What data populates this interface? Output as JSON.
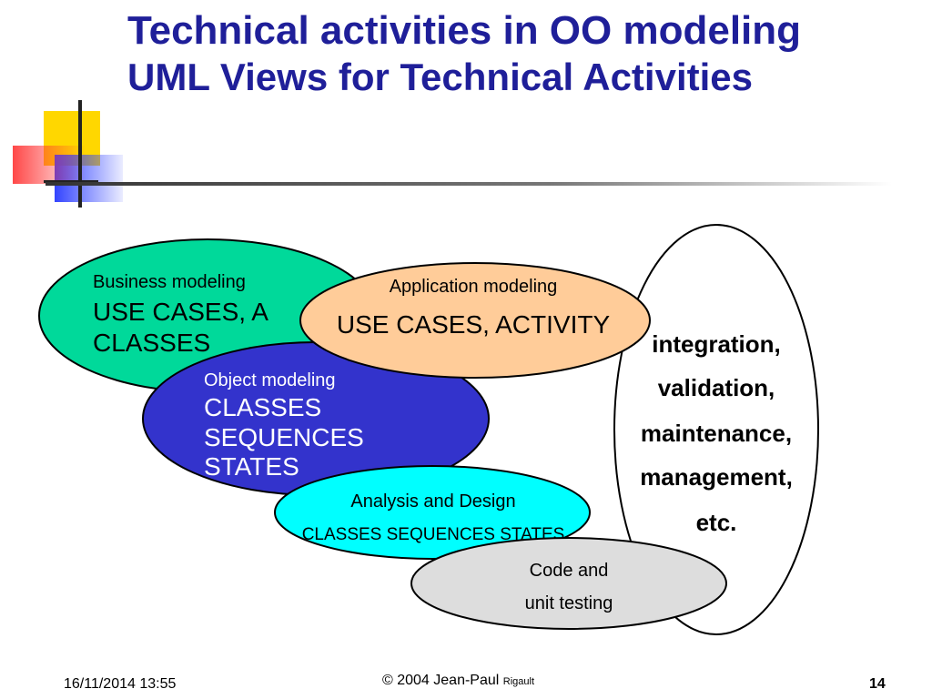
{
  "slide": {
    "title": "Technical activities in OO modeling",
    "subtitle": "UML Views for Technical Activities"
  },
  "diagram": {
    "business": {
      "heading": "Business modeling",
      "line1": "USE CASES, A",
      "line2": "CLASSES"
    },
    "application": {
      "heading": "Application modeling",
      "line1": "USE CASES, ACTIVITY"
    },
    "object": {
      "heading": "Object modeling",
      "line1": "CLASSES",
      "line2": "SEQUENCES",
      "line3": "STATES"
    },
    "analysis": {
      "heading": "Analysis and Design",
      "line1": "CLASSES SEQUENCES STATES"
    },
    "code": {
      "line1": "Code and",
      "line2": "unit testing"
    },
    "integration": {
      "line1": "integration,",
      "line2": "validation,",
      "line3": "maintenance,",
      "line4": "management,",
      "line5": "etc."
    },
    "colors": {
      "business_fill": "#00d99a",
      "application_fill": "#ffcc99",
      "object_fill": "#3333cc",
      "analysis_fill": "#00ffff",
      "code_fill": "#dddddd",
      "integration_fill": "#ffffff"
    }
  },
  "footer": {
    "date": "16/11/2014 13:55",
    "copyright": "© 2004 Jean-Paul",
    "copyright_small": "Rigault",
    "page": "14"
  }
}
